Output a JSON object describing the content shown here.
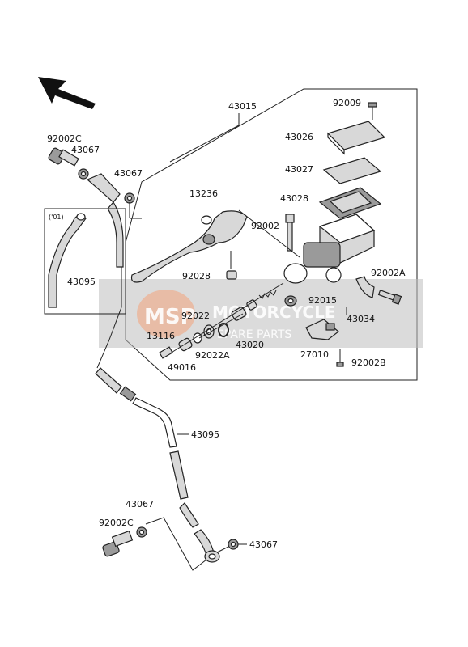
{
  "labels": {
    "l43015": "43015",
    "l92009": "92009",
    "l43026": "43026",
    "l43027": "43027",
    "l43028": "43028",
    "l13236": "13236",
    "l92002": "92002",
    "l92002A": "92002A",
    "l92028": "92028",
    "l92015": "92015",
    "l43034": "43034",
    "l92022": "92022",
    "l13116": "13116",
    "l43020": "43020",
    "l92022A": "92022A",
    "l27010": "27010",
    "l49016": "49016",
    "l92002B": "92002B",
    "l92002C_top": "92002C",
    "l43067_top1": "43067",
    "l43067_top2": "43067",
    "l01": "('01)",
    "l43095_inset": "43095",
    "l43095": "43095",
    "l43067_bot1": "43067",
    "l92002C_bot": "92002C",
    "l43067_bot2": "43067"
  },
  "watermark": {
    "logo": "MSP",
    "line1": "MOTORCYCLE",
    "line2": "SPARE PARTS"
  },
  "colors": {
    "watermark_orange": "#f3a27a",
    "watermark_gray": "#bdbdbd"
  }
}
